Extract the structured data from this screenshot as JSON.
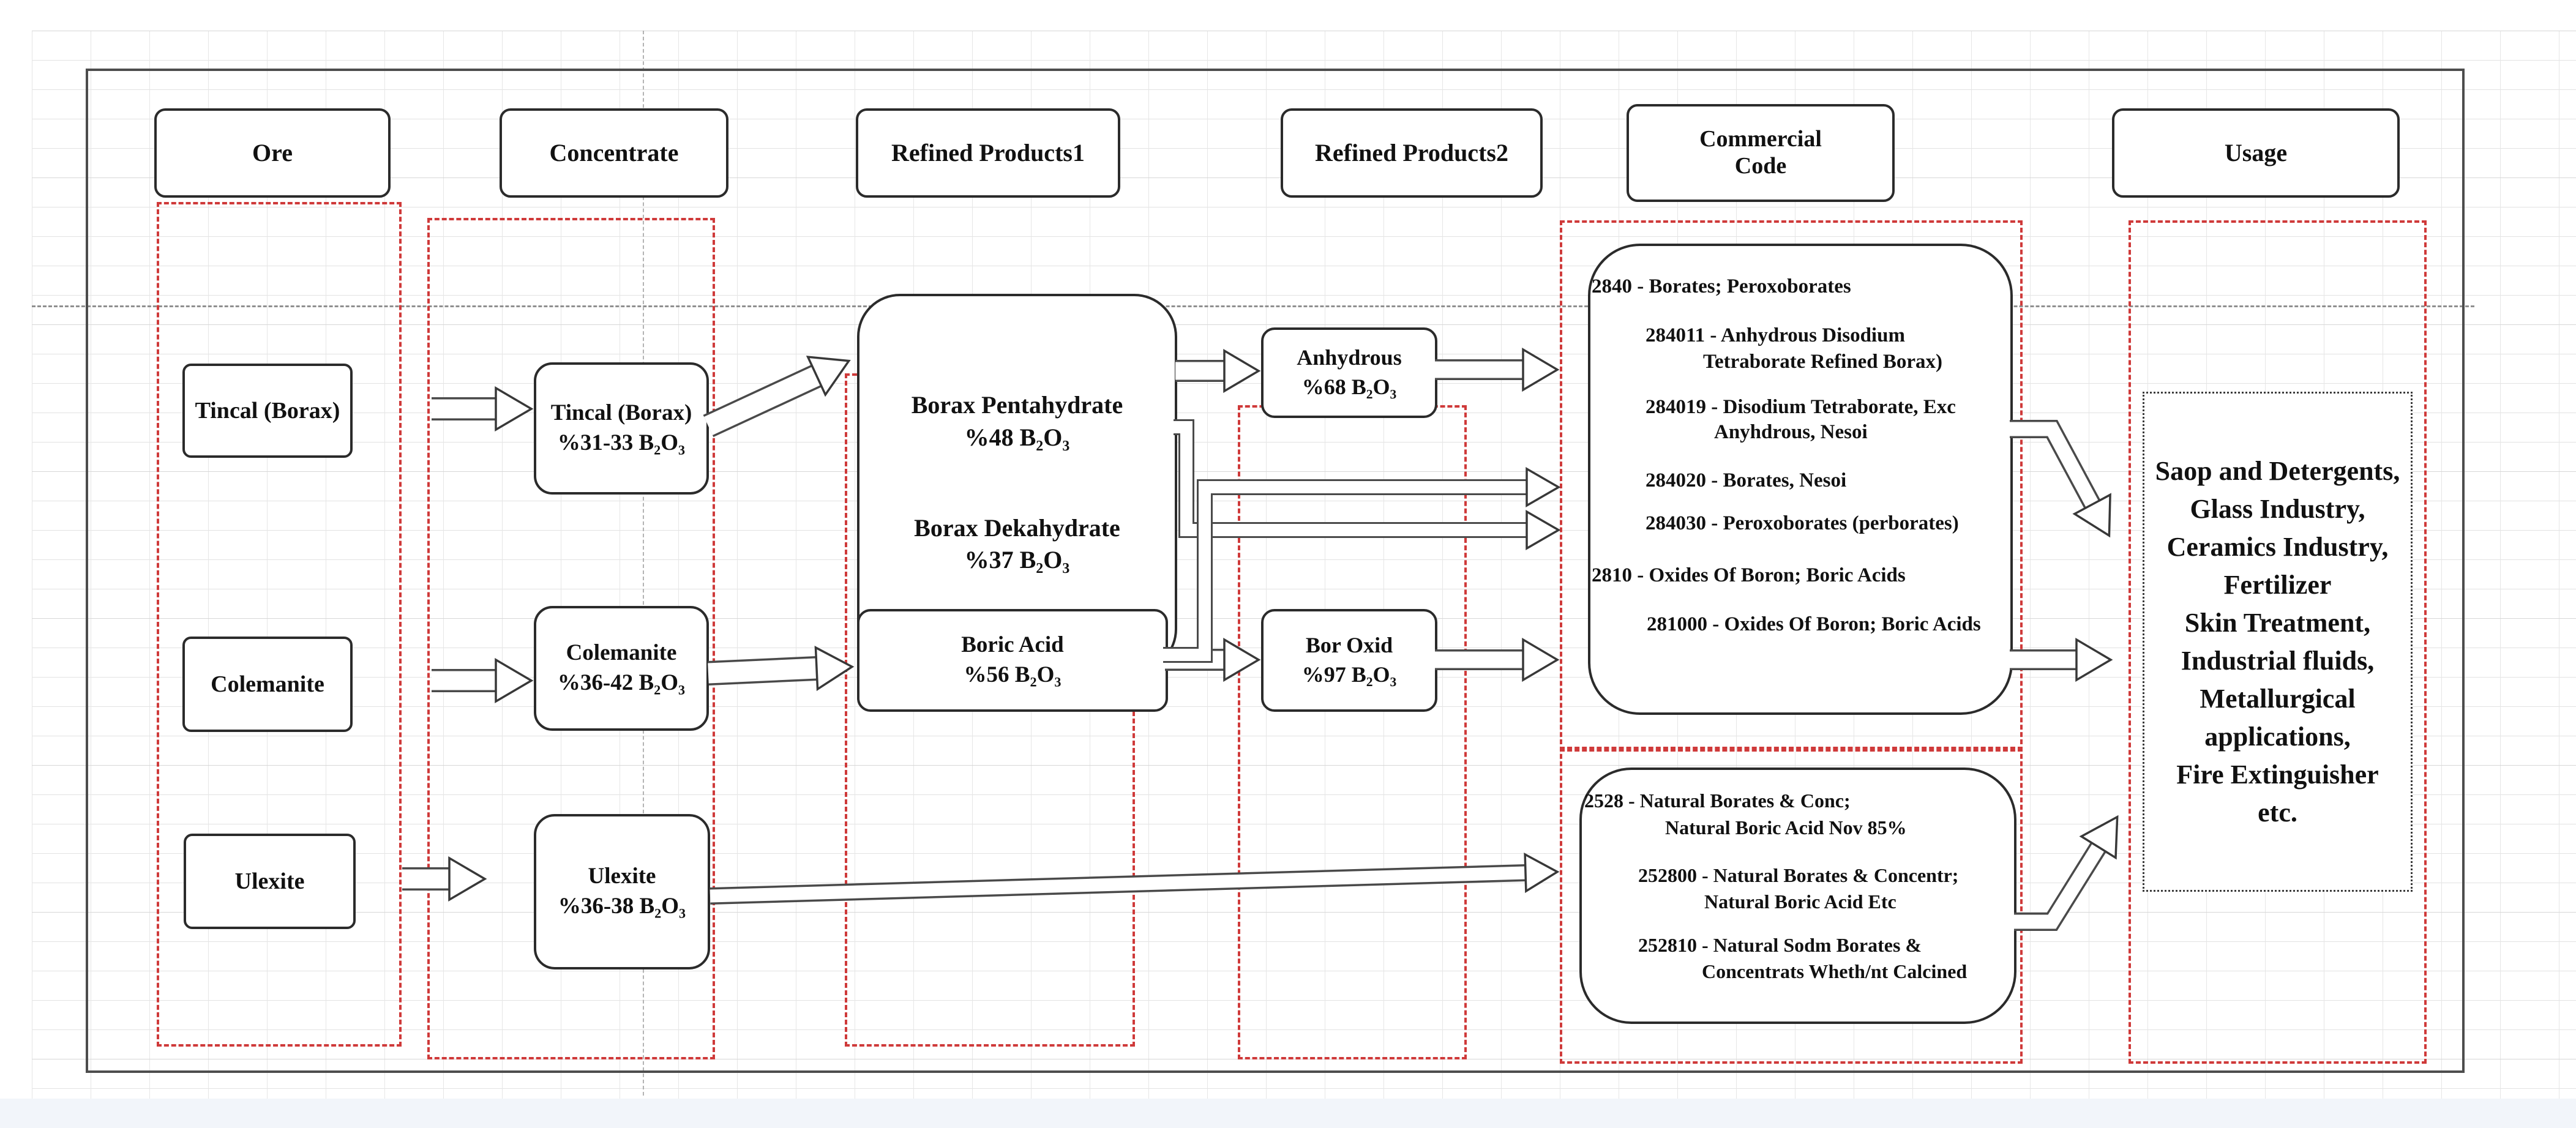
{
  "colors": {
    "lane_dash_red": "#cf3a3a",
    "shape_border": "#2b2b2b",
    "arrow_stroke": "#4a4a4a",
    "grid_line": "#e2e2e2"
  },
  "headers": {
    "ore": "Ore",
    "concentrate": "Concentrate",
    "refined1": "Refined Products1",
    "refined2": "Refined Products2",
    "commercial1": "Commercial",
    "commercial2": "Code",
    "usage": "Usage"
  },
  "nodes": {
    "ore_tincal": "Tincal (Borax)",
    "ore_colemanite": "Colemanite",
    "ore_ulexite": "Ulexite",
    "conc_tincal": [
      "Tincal (Borax)",
      "%31-33 B₂O₃"
    ],
    "conc_colemanite": [
      "Colemanite",
      "%36-42 B₂O₃"
    ],
    "conc_ulexite": [
      "Ulexite",
      "%36-38 B₂O₃"
    ],
    "refined1_borax": [
      "Borax Pentahydrate",
      "%48 B₂O₃",
      "Borax Dekahydrate",
      "%37 B₂O₃"
    ],
    "refined1_boric": [
      "Boric Acid",
      "%56 B₂O₃"
    ],
    "refined2_anhydrous": [
      "Anhydrous",
      "%68 B₂O₃"
    ],
    "refined2_boroxid": [
      "Bor Oxid",
      "%97 B₂O₃"
    ]
  },
  "commercial_box1": {
    "lines": [
      "2840 - Borates; Peroxoborates",
      "284011 - Anhydrous Disodium",
      "Tetraborate  Refined Borax)",
      "284019 - Disodium Tetraborate, Exc",
      "Anyhdrous, Nesoi",
      "284020 - Borates, Nesoi",
      "284030 - Peroxoborates (perborates)",
      "2810 - Oxides Of Boron; Boric Acids",
      "281000 - Oxides Of Boron; Boric Acids"
    ]
  },
  "commercial_box2": {
    "lines": [
      "2528 - Natural Borates & Conc;",
      "Natural Boric Acid Nov 85%",
      "252800 - Natural Borates & Concentr;",
      "Natural Boric Acid Etc",
      "252810 - Natural Sodm Borates &",
      "Concentrats Wheth/nt Calcined"
    ]
  },
  "usage_box": {
    "lines": [
      "Saop and Detergents,",
      "Glass Industry,",
      "Ceramics Industry,",
      "Fertilizer",
      "Skin Treatment,",
      "Industrial fluids,",
      "Metallurgical",
      "applications,",
      "Fire Extinguisher",
      "etc."
    ]
  }
}
